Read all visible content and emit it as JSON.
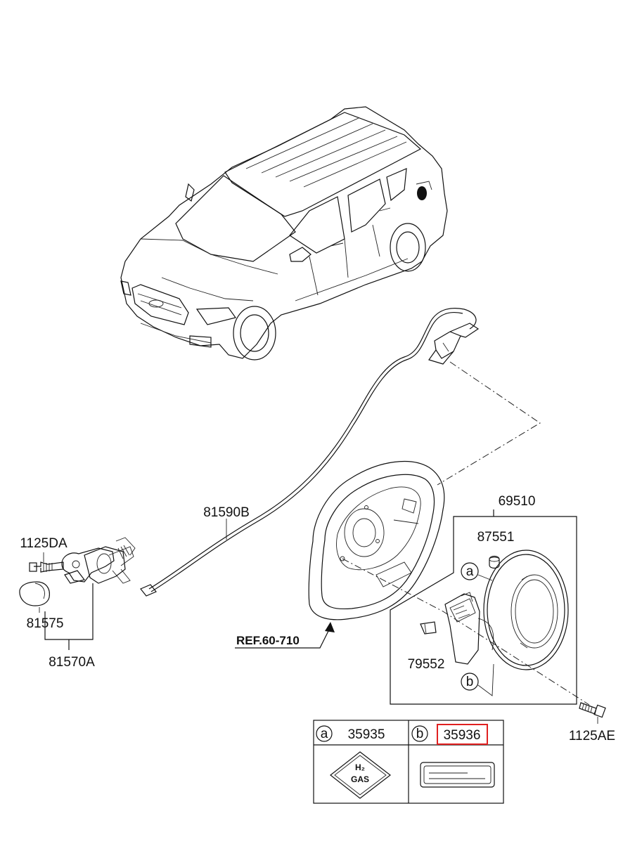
{
  "parts": {
    "car_cap_door": "81590B",
    "fuel_door_assy": "69510",
    "bumper": "87551",
    "screw_top": "1125DA",
    "actuator": "81575",
    "actuator_assy": "81570A",
    "ref": "REF.60-710",
    "housing": "79552",
    "screw_bottom": "1125AE"
  },
  "callouts": {
    "a": "a",
    "b": "b"
  },
  "legend": {
    "a_letter": "a",
    "a_part": "35935",
    "b_letter": "b",
    "b_part": "35936",
    "label_line1": "H₂",
    "label_line2": "GAS",
    "highlight_color": "#e02020"
  }
}
